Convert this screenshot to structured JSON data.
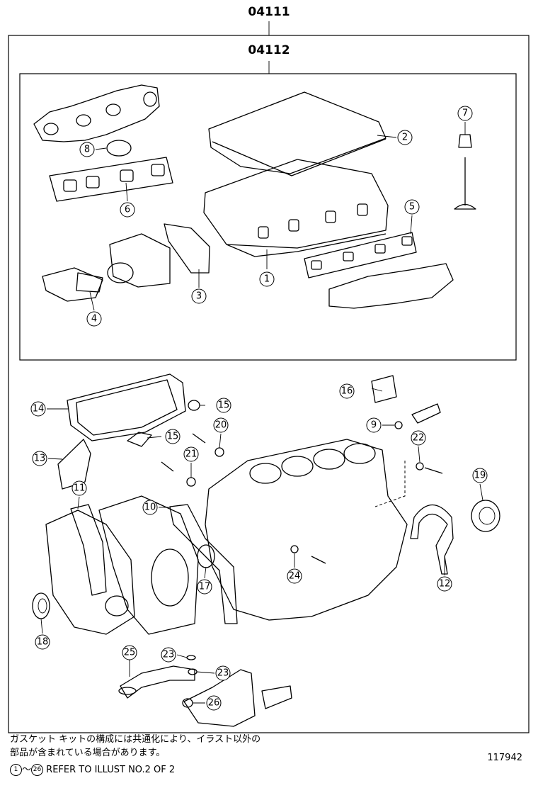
{
  "header": {
    "kit_outer": "04111",
    "kit_inner": "04112"
  },
  "callouts": [
    {
      "id": "c1",
      "label": "1"
    },
    {
      "id": "c2",
      "label": "2"
    },
    {
      "id": "c3",
      "label": "3"
    },
    {
      "id": "c4",
      "label": "4"
    },
    {
      "id": "c5",
      "label": "5"
    },
    {
      "id": "c6",
      "label": "6"
    },
    {
      "id": "c7",
      "label": "7"
    },
    {
      "id": "c8",
      "label": "8"
    },
    {
      "id": "c9",
      "label": "9"
    },
    {
      "id": "c10",
      "label": "10"
    },
    {
      "id": "c11",
      "label": "11"
    },
    {
      "id": "c12",
      "label": "12"
    },
    {
      "id": "c13",
      "label": "13"
    },
    {
      "id": "c14",
      "label": "14"
    },
    {
      "id": "c15a",
      "label": "15"
    },
    {
      "id": "c15b",
      "label": "15"
    },
    {
      "id": "c16",
      "label": "16"
    },
    {
      "id": "c17",
      "label": "17"
    },
    {
      "id": "c18",
      "label": "18"
    },
    {
      "id": "c19",
      "label": "19"
    },
    {
      "id": "c20",
      "label": "20"
    },
    {
      "id": "c21",
      "label": "21"
    },
    {
      "id": "c22",
      "label": "22"
    },
    {
      "id": "c23a",
      "label": "23"
    },
    {
      "id": "c23b",
      "label": "23"
    },
    {
      "id": "c24",
      "label": "24"
    },
    {
      "id": "c25",
      "label": "25"
    },
    {
      "id": "c26",
      "label": "26"
    }
  ],
  "footer": {
    "note_line1": "ガスケット キットの構成には共通化により、イラスト以外の",
    "note_line2": "部品が含まれている場合があります。",
    "refer_from": "1",
    "refer_tilde": "〜",
    "refer_to": "26",
    "refer_text": "REFER TO ILLUST NO.2 OF 2",
    "figure_number": "117942"
  }
}
